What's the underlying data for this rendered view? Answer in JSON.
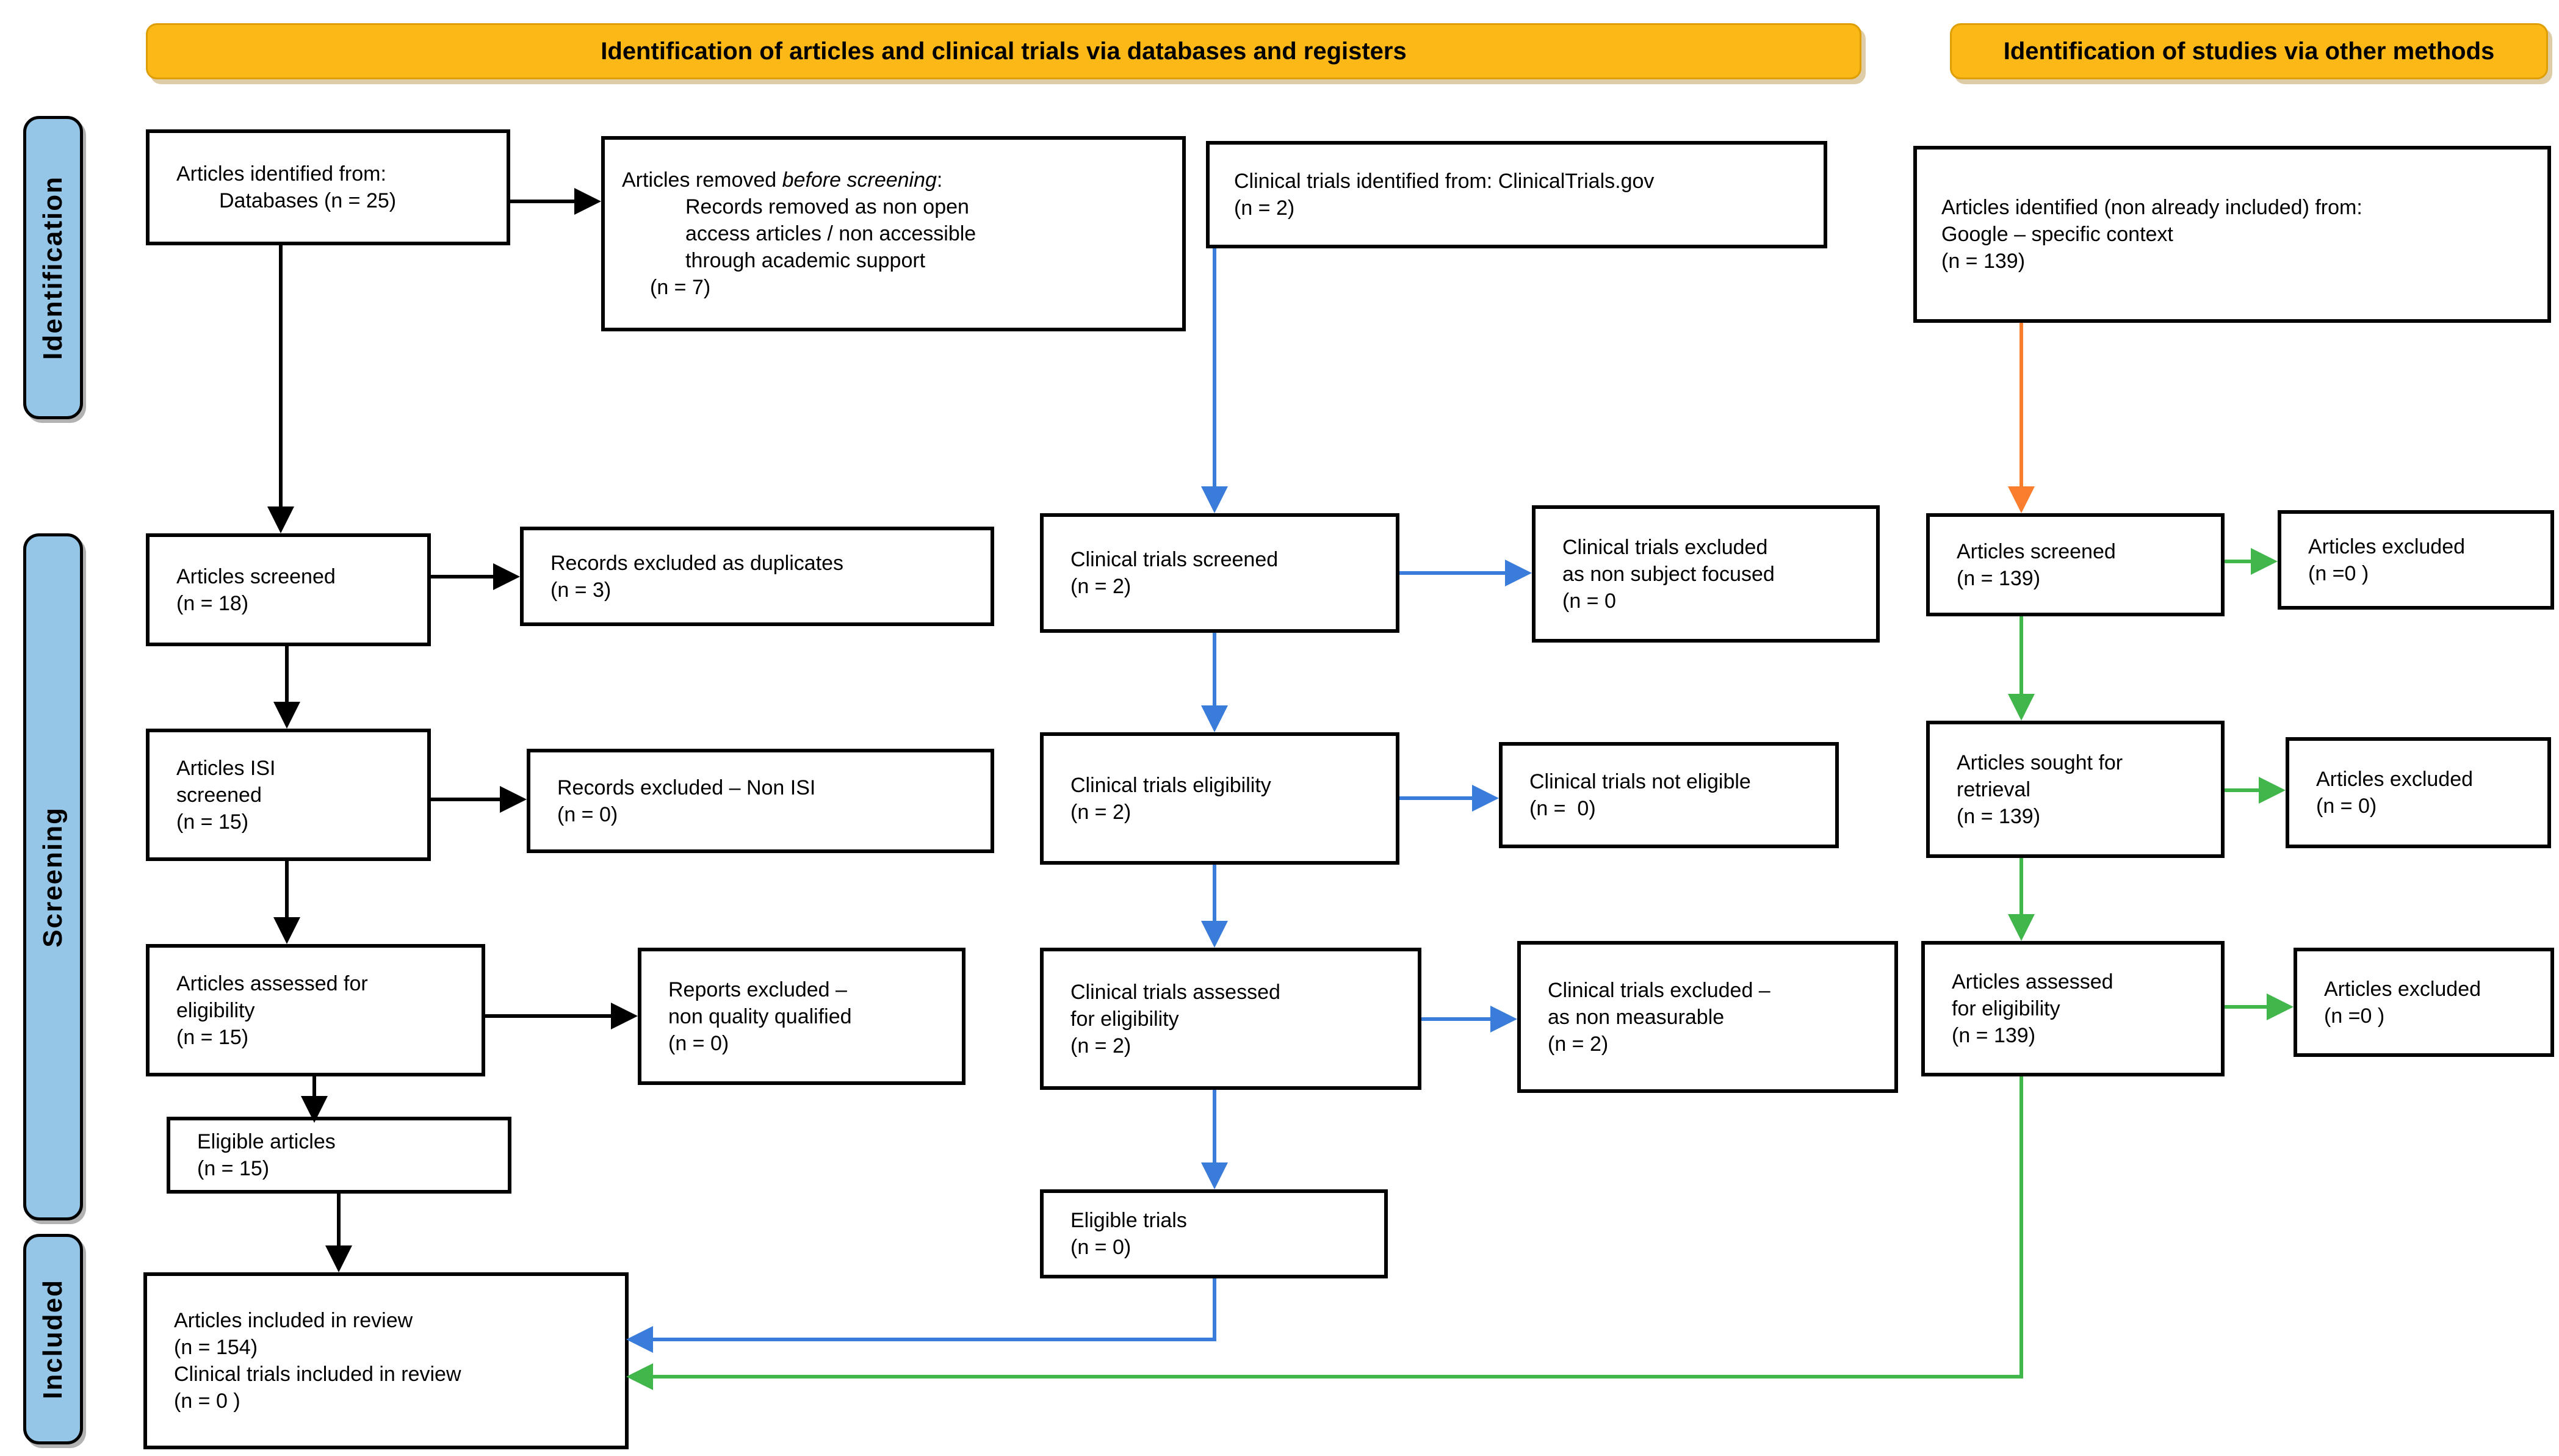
{
  "colors": {
    "banner-fill": "#FBB817",
    "banner-border": "#DD9E06",
    "sidebar-fill": "#95C6E8",
    "black": "#000000",
    "blue": "#3A7CD9",
    "green": "#41B64A",
    "orange": "#FA7E2E"
  },
  "banners": {
    "left": "Identification of articles and clinical trials via databases and registers",
    "right": "Identification of studies via other methods"
  },
  "sidebar": {
    "identification": "Identification",
    "screening": "Screening",
    "included": "Included"
  },
  "boxes": {
    "db_identified": {
      "lines": [
        "Articles identified from:",
        "Databases (n = 25)"
      ]
    },
    "removed_before_screening": {
      "line1_pre": "Articles removed ",
      "line1_italic": "before screening",
      "line1_suffix": ":",
      "lines": [
        "Records removed as non open",
        "access articles / non accessible",
        "through academic support",
        "(n = 7)"
      ]
    },
    "ct_identified": {
      "lines": [
        "Clinical trials identified from: ClinicalTrials.gov",
        "(n = 2)"
      ]
    },
    "other_identified": {
      "lines": [
        "Articles identified (non already included) from:",
        "Google – specific context",
        "(n = 139)"
      ]
    },
    "articles_screened": {
      "lines": [
        "Articles screened",
        "(n = 18)"
      ]
    },
    "dup_excluded": {
      "lines": [
        "Records excluded as duplicates",
        "(n = 3)"
      ]
    },
    "isi_screened": {
      "lines": [
        "Articles ISI",
        "screened",
        "(n = 15)"
      ]
    },
    "non_isi_excluded": {
      "lines": [
        "Records excluded – Non ISI",
        "(n = 0)"
      ]
    },
    "articles_assessed": {
      "lines": [
        "Articles assessed for",
        "eligibility",
        "(n = 15)"
      ]
    },
    "reports_excluded": {
      "lines": [
        "Reports excluded –",
        "non quality qualified",
        "(n = 0)"
      ]
    },
    "eligible_articles": {
      "lines": [
        "Eligible articles",
        "(n = 15)"
      ]
    },
    "ct_screened": {
      "lines": [
        "Clinical trials screened",
        "(n = 2)"
      ]
    },
    "ct_excluded_focus": {
      "lines": [
        "Clinical trials excluded",
        "as non subject focused",
        "(n = 0"
      ]
    },
    "ct_eligibility": {
      "lines": [
        "Clinical trials eligibility",
        "(n = 2)"
      ]
    },
    "ct_not_eligible": {
      "lines": [
        "Clinical trials not eligible",
        "(n =  0)"
      ]
    },
    "ct_assessed": {
      "lines": [
        "Clinical trials assessed",
        "for eligibility",
        "(n = 2)"
      ]
    },
    "ct_excluded_measure": {
      "lines": [
        "Clinical trials excluded –",
        "as non measurable",
        "(n = 2)"
      ]
    },
    "eligible_trials": {
      "lines": [
        "Eligible trials",
        "(n = 0)"
      ]
    },
    "other_screened": {
      "lines": [
        "Articles screened",
        "(n = 139)"
      ]
    },
    "other_excluded_1": {
      "lines": [
        "Articles excluded",
        "(n =0 )"
      ]
    },
    "other_sought": {
      "lines": [
        "Articles sought for",
        "retrieval",
        "(n = 139)"
      ]
    },
    "other_excluded_2": {
      "lines": [
        "Articles excluded",
        "(n = 0)"
      ]
    },
    "other_assessed": {
      "lines": [
        "Articles assessed",
        "for eligibility",
        "(n = 139)"
      ]
    },
    "other_excluded_3": {
      "lines": [
        "Articles excluded",
        "(n =0 )"
      ]
    },
    "included_review": {
      "lines": [
        "Articles included in review",
        "(n = 154)",
        "Clinical trials included in review",
        "(n = 0 )"
      ]
    }
  }
}
